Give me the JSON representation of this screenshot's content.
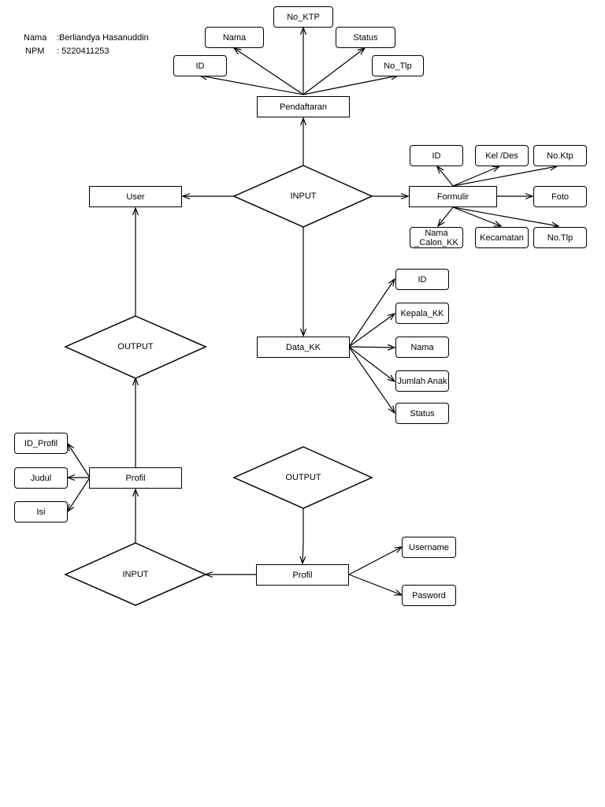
{
  "header": {
    "name_label": "Nama",
    "name_value": ":Berliandya Hasanuddin",
    "npm_label": "NPM",
    "npm_value": ": 5220411253"
  },
  "entities": {
    "pendaftaran": "Pendaftaran",
    "user": "User",
    "formulir": "Formulir",
    "data_kk": "Data_KK",
    "profil_top": "Profil",
    "profil_bottom": "Profil"
  },
  "decisions": {
    "input_top": "INPUT",
    "output_left": "OUTPUT",
    "output_mid": "OUTPUT",
    "input_bottom": "INPUT"
  },
  "attributes": {
    "pendaftaran": {
      "id": "ID",
      "nama": "Nama",
      "no_ktp": "No_KTP",
      "status": "Status",
      "no_tlp": "No_Tlp"
    },
    "formulir": {
      "id": "ID",
      "kel_des": "Kel /Des",
      "no_ktp": "No.Ktp",
      "foto": "Foto",
      "nama_calon_kk": "Nama _Calon_KK",
      "kecamatan": "Kecamatan",
      "no_tlp": "No.Tlp"
    },
    "data_kk": {
      "id": "ID",
      "kepala_kk": "Kepala_KK",
      "nama": "Nama",
      "jumlah_anak": "Jumlah Anak",
      "status": "Status"
    },
    "profil_top": {
      "id_profil": "ID_Profil",
      "judul": "Judul",
      "isi": "Isi"
    },
    "profil_bottom": {
      "username": "Username",
      "pasword": "Pasword"
    }
  }
}
